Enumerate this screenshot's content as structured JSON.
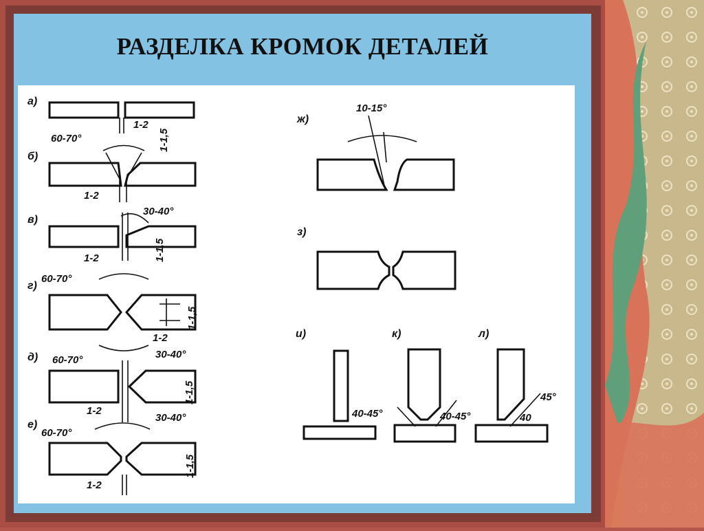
{
  "slide": {
    "title": "РАЗДЕЛКА КРОМОК ДЕТАЛЕЙ"
  },
  "diagram": {
    "variant_labels": {
      "a": "а)",
      "b": "б)",
      "v": "в)",
      "g": "г)",
      "d": "д)",
      "e": "е)",
      "zh": "ж)",
      "z": "з)",
      "i": "и)",
      "k": "к)",
      "l": "л)"
    },
    "dimensions": {
      "a_gap": "1-2",
      "b_angle": "60-70°",
      "b_root": "1-1,5",
      "b_gap": "1-2",
      "v_angle": "30-40°",
      "v_gap": "1-2",
      "v_root": "1-1,5",
      "g_angle": "60-70°",
      "g_root": "1-1,5",
      "g_gap": "1-2",
      "d_angle": "60-70°",
      "d_angle_top": "30-40°",
      "d_root": "1-1,5",
      "d_gap": "1-2",
      "d_angle_bottom": "30-40°",
      "e_angle": "60-70°",
      "e_root": "1-1,5",
      "e_gap": "1-2",
      "zh_angle": "10-15°",
      "i_angle": "40-45°",
      "k_angle": "40-45°",
      "l_angle_1": "40",
      "l_angle_2": "45°"
    }
  },
  "colors": {
    "frame": "#a94d45",
    "slide_bg": "#84c2e3",
    "panel_bg": "#ffffff",
    "ink": "#111111",
    "deco_gold": "#d9b65a",
    "deco_green": "#5f9f7a",
    "deco_coral": "#d8735a"
  }
}
